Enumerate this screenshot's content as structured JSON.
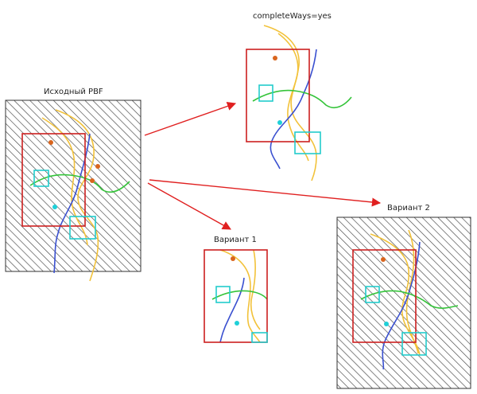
{
  "labels": {
    "source": "Исходный PBF",
    "complete_ways": "completeWays=yes",
    "variant1": "Вариант 1",
    "variant2": "Вариант 2"
  },
  "colors": {
    "hatch": "#444444",
    "frame": "#333333",
    "bbox": "#cc1f1f",
    "arrow": "#e02020",
    "way_yellow": "#f2c23a",
    "way_blue": "#3a50d0",
    "way_green": "#35c43a",
    "node_orange": "#d9651e",
    "node_cyan": "#1fd0d8",
    "square_cyan": "#22cccc"
  }
}
